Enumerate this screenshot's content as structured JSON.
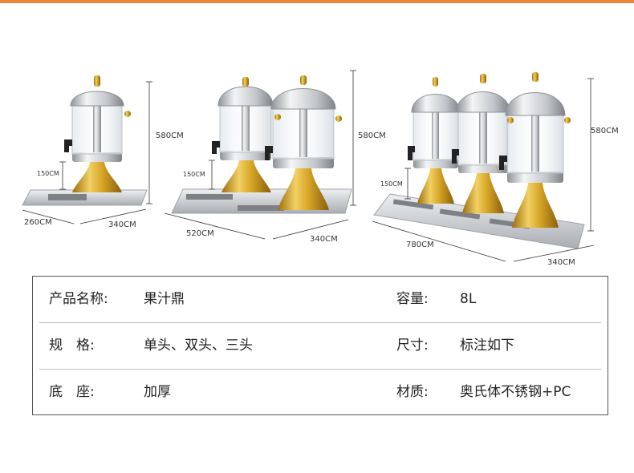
{
  "dimensions": {
    "single": {
      "height": "580CM",
      "base_height": "150CM",
      "depth": "260CM",
      "width": "340CM"
    },
    "double": {
      "height": "580CM",
      "base_height": "150CM",
      "width": "520CM",
      "depth": "340CM"
    },
    "triple": {
      "height": "580CM",
      "base_height": "150CM",
      "width": "780CM",
      "depth": "340CM"
    }
  },
  "specs": [
    {
      "label_a": "产品名称:",
      "value_a": "果汁鼎",
      "label_b": "容量:",
      "value_b": "8L"
    },
    {
      "label_a": "规　格:",
      "value_a": "单头、双头、三头",
      "label_b": "尺寸:",
      "value_b": "标注如下"
    },
    {
      "label_a": "底　座:",
      "value_a": "加厚",
      "label_b": "材质:",
      "value_b": "奥氏体不锈钢+PC"
    }
  ],
  "colors": {
    "accent": "#e8863a",
    "gold": "#d6a526",
    "steel": "#c9ccd0",
    "border": "#555555"
  }
}
